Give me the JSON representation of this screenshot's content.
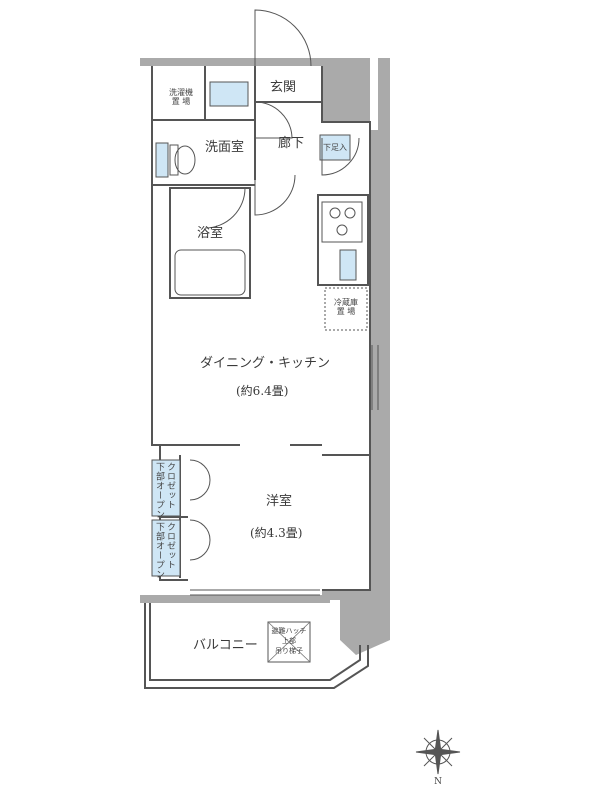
{
  "floor_plan": {
    "rooms": {
      "entrance": "玄関",
      "washroom": "洗面室",
      "hallway": "廊下",
      "bathroom": "浴室",
      "dining_kitchen": "ダイニング・キッチン",
      "dining_kitchen_area": "(約6.4畳)",
      "western_room": "洋室",
      "western_room_area": "(約4.3畳)",
      "balcony": "バルコニー"
    },
    "fixtures": {
      "washer_line1": "洗濯機",
      "washer_line2": "置 場",
      "shoe_storage": "下足入",
      "fridge_line1": "冷蔵庫",
      "fridge_line2": "置 場",
      "closet_1": "クロゼット",
      "closet_1_sub": "下部オープン",
      "closet_2": "クロゼット",
      "closet_2_sub": "下部オープン",
      "evac_hatch_line1": "避難ハッチ",
      "evac_hatch_line2": "上部",
      "evac_hatch_line3": "吊り梯子"
    },
    "compass": {
      "north_label": "N"
    },
    "colors": {
      "fixture_blue": "#cfe6f5",
      "wall_gray": "#aaaaaa",
      "line": "#555555"
    }
  }
}
